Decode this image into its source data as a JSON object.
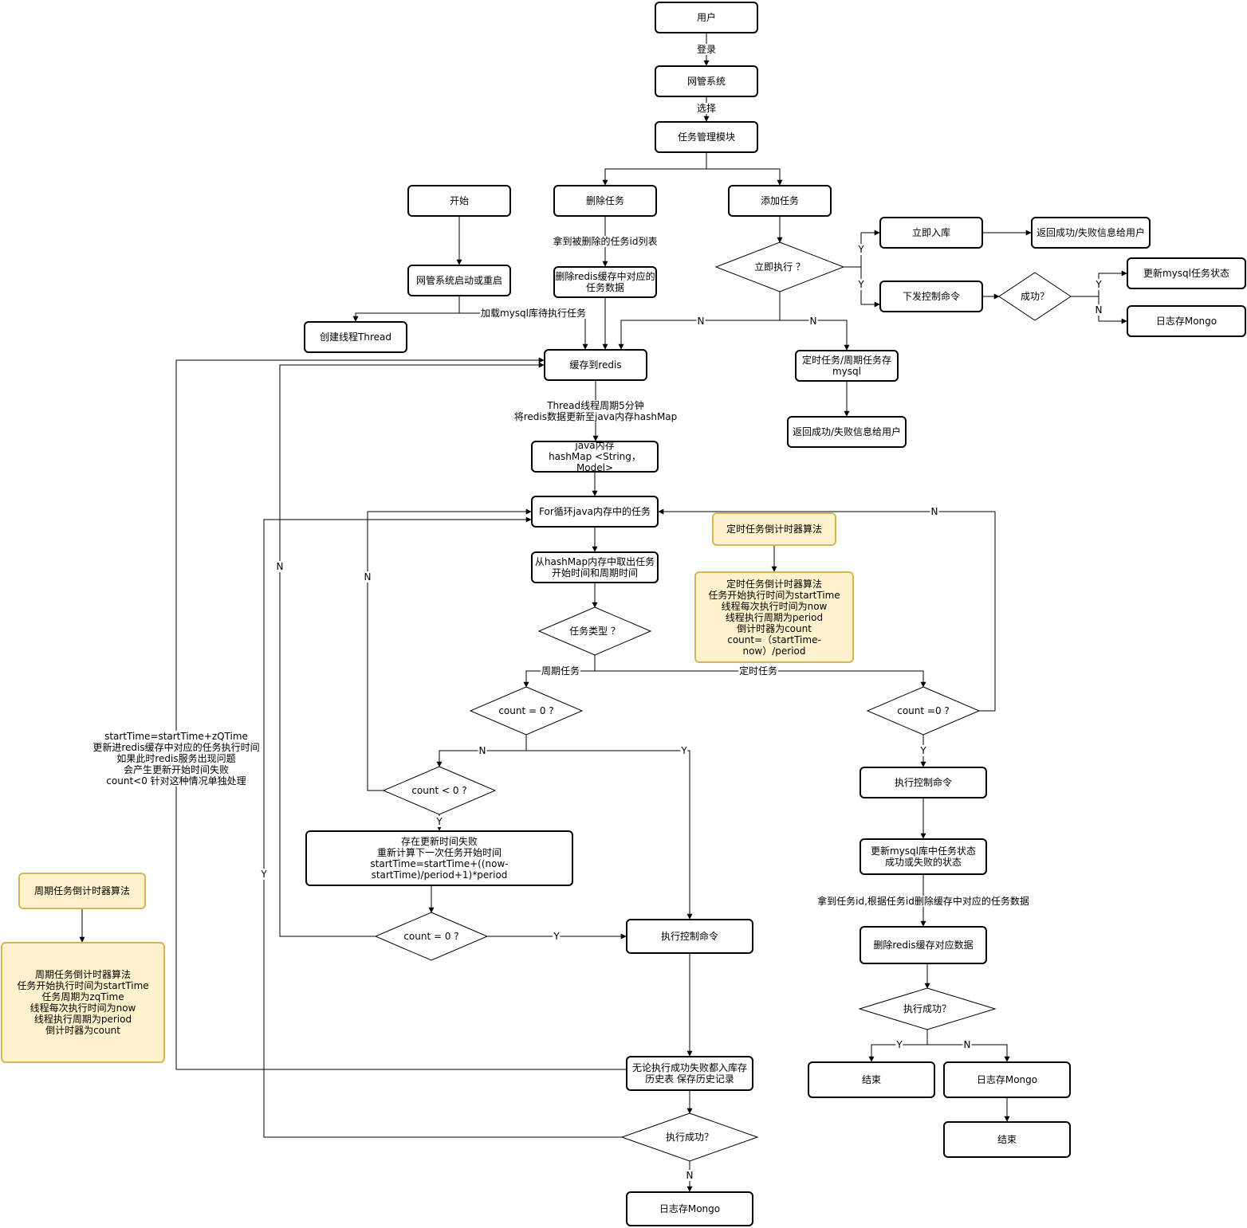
{
  "nodes": {
    "user": "用户",
    "netmgmt": "网管系统",
    "taskmgmt": "任务管理模块",
    "delete_task": "删除任务",
    "add_task": "添加任务",
    "start": "开始",
    "sys_restart": "网管系统启动或重启",
    "create_thread": "创建线程Thread",
    "del_redis_cache": "删除redis缓存中对应的\n任务数据",
    "immediate_q": "立即执行 ？",
    "store_now": "立即入库",
    "return_msg_1": "返回成功/失败信息给用户",
    "send_cmd": "下发控制命令",
    "success_q": "成功？",
    "update_mysql_status": "更新mysql任务状态",
    "log_mongo_1": "日志存Mongo",
    "cache_redis": "缓存到redis",
    "timed_store_mysql": "定时任务/周期任务存\nmysql",
    "return_msg_2": "返回成功/失败信息给用户",
    "java_mem": "java内存\nhashMap <String，Model>",
    "for_loop": "For循环java内存中的任务",
    "timed_algo_title": "定时任务倒计时器算法",
    "timed_algo_desc": "定时任务倒计时器算法\n任务开始执行时间为startTime\n线程每次执行时间为now\n线程执行周期为period\n倒计时器为count\ncount=（startTime-now）/period",
    "fetch_task": "从hashMap内存中取出任务\n开始时间和周期时间",
    "type_q": "任务类型 ？",
    "count0_q_left": "count = 0 ?",
    "count0_q_right": "count =0 ?",
    "count_lt0_q": "count < 0 ?",
    "recompute": "存在更新时间失败\n重新计算下一次任务开始时间\nstartTime=startTime+((now-startTime)/period+1)*period",
    "count0_q_low": "count = 0 ?",
    "exec_cmd_left": "执行控制命令",
    "exec_cmd_right": "执行控制命令",
    "update_mysql_result": "更新mysql库中任务状态\n成功或失败的状态",
    "del_redis_data": "删除redis缓存对应数据",
    "exec_success_q_right": "执行成功？",
    "end_1": "结束",
    "log_mongo_2": "日志存Mongo",
    "end_2": "结束",
    "history_store": "无论执行成功失败都入库存\n历史表  保存历史记录",
    "exec_success_q_left": "执行成功？",
    "log_mongo_3": "日志存Mongo",
    "period_algo_title": "周期任务倒计时器算法",
    "period_algo_desc": "周期任务倒计时器算法\n任务开始执行时间为startTime\n任务周期为zqTime\n线程每次执行时间为now\n线程执行周期为period\n倒计时器为count"
  },
  "edge_labels": {
    "login": "登录",
    "select": "选择",
    "get_deleted_ids": "拿到被删除的任务id列表",
    "load_mysql": "加载mysql库待执行任务",
    "thread_period": "Thread线程周期5分钟\n将redis数据更新至java内存hashMap",
    "periodic_task": "周期任务",
    "timed_task": "定时任务",
    "get_task_id": "拿到任务id,根据任务id删除缓存中对应的任务数据",
    "update_redis_note": "startTime=startTime+zQTime\n更新进redis缓存中对应的任务执行时间\n如果此时redis服务出现问题\n会产生更新开始时间失败\ncount<0 针对这种情况单独处理",
    "y": "Y",
    "n": "N"
  }
}
